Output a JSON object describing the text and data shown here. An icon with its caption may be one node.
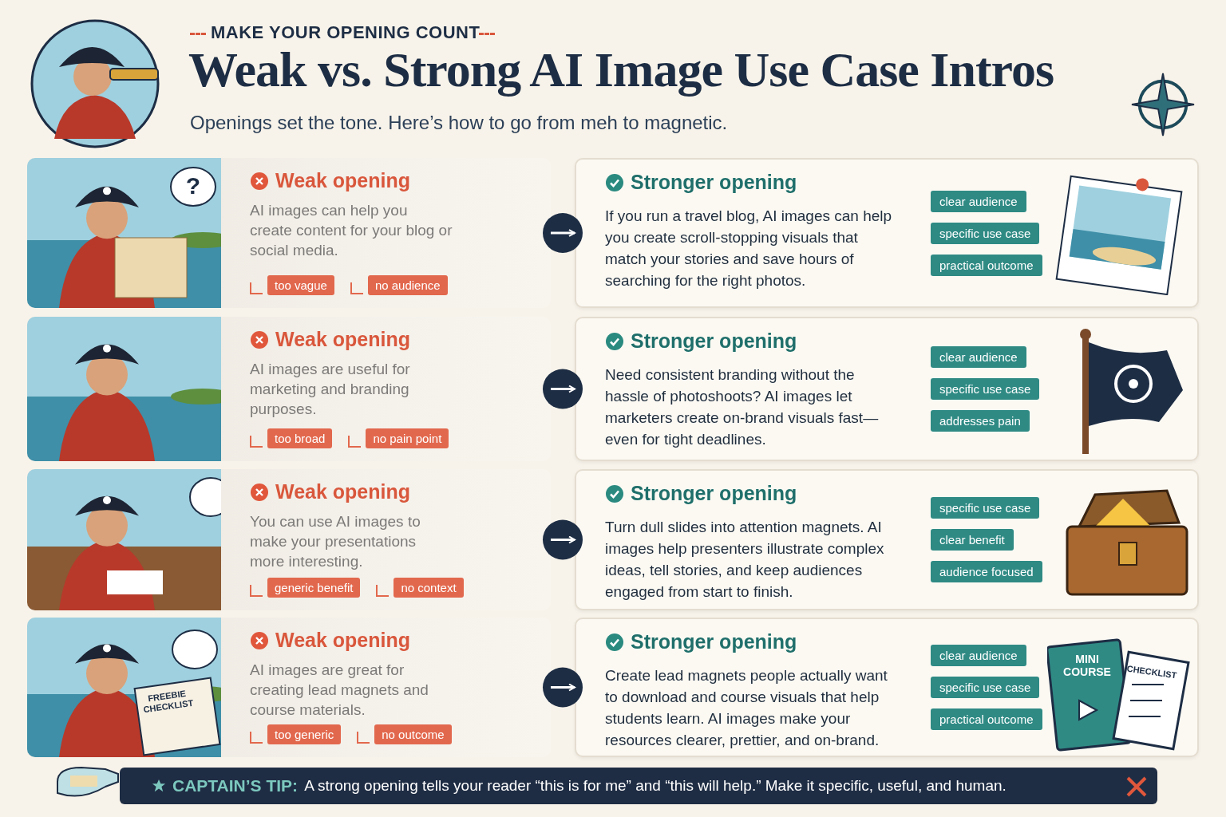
{
  "diagram": {
    "title": "Weak vs. Strong AI Image Use Case Intros",
    "nodes": [
      {
        "text": [
          "Weak opening",
          "AI images can help you create content for your blog or social media."
        ]
      },
      {
        "text": [
          "too vague"
        ],
        "in": 0
      },
      {
        "text": [
          "no audience"
        ],
        "in": 0
      },
      {
        "text": [
          "Stronger opening",
          "If you run a travel blog, AI images can help you create scroll-stopping visuals that match your stories and save hours of searching for the right photos."
        ]
      },
      {
        "text": [
          "clear audience"
        ],
        "in": 3
      },
      {
        "text": [
          "specific use case"
        ],
        "in": 3
      },
      {
        "text": [
          "practical outcome"
        ],
        "in": 3
      },
      {
        "text": [
          "Weak opening",
          "AI images are useful for marketing and branding purposes."
        ]
      },
      {
        "text": [
          "too broad"
        ],
        "in": 7
      },
      {
        "text": [
          "no pain point"
        ],
        "in": 7
      },
      {
        "text": [
          "Stronger opening",
          "Need consistent branding without the hassle of photoshoots? AI images let marketers create on-brand visuals fast—even for tight deadlines."
        ]
      },
      {
        "text": [
          "clear audience"
        ],
        "in": 10
      },
      {
        "text": [
          "specific use case"
        ],
        "in": 10
      },
      {
        "text": [
          "addresses pain"
        ],
        "in": 10
      },
      {
        "text": [
          "Weak opening",
          "You can use AI images to make your presentations more interesting."
        ]
      },
      {
        "text": [
          "generic benefit"
        ],
        "in": 14
      },
      {
        "text": [
          "no context"
        ],
        "in": 14
      },
      {
        "text": [
          "Stronger opening",
          "Turn dull slides into attention magnets. AI images help presenters illustrate complex ideas, tell stories, and keep audiences engaged from start to finish."
        ]
      },
      {
        "text": [
          "specific use case"
        ],
        "in": 17
      },
      {
        "text": [
          "clear benefit"
        ],
        "in": 17
      },
      {
        "text": [
          "audience focused"
        ],
        "in": 17
      },
      {
        "text": [
          "Weak opening",
          "AI images are great for creating lead magnets and course materials."
        ]
      },
      {
        "text": [
          "too generic"
        ],
        "in": 21
      },
      {
        "text": [
          "no outcome"
        ],
        "in": 21
      },
      {
        "text": [
          "Stronger opening",
          "Create lead magnets people actually want to download and course visuals that help students learn. AI images make your resources clearer, prettier, and on-brand."
        ]
      },
      {
        "text": [
          "clear audience"
        ],
        "in": 24
      },
      {
        "text": [
          "specific use case"
        ],
        "in": 24
      },
      {
        "text": [
          "practical outcome"
        ],
        "in": 24
      },
      {
        "text": [
          "CAPTAIN’S TIP:",
          "A strong opening tells your reader “this is for me” and “this will help.” Make it specific, useful, and human."
        ]
      }
    ],
    "edges": [
      {
        "from": 0,
        "to": 3,
        "arrow": "to"
      },
      {
        "from": 7,
        "to": 10,
        "arrow": "to"
      },
      {
        "from": 14,
        "to": 17,
        "arrow": "to"
      },
      {
        "from": 21,
        "to": 24,
        "arrow": "to"
      }
    ],
    "labels": [
      "MAKE YOUR OPENING COUNT",
      "Openings set the tone. Here’s how to go from meh to magnetic.",
      "?",
      "FREEBIE CHECKLIST",
      "MINI COURSE",
      "CHECKLIST"
    ]
  }
}
